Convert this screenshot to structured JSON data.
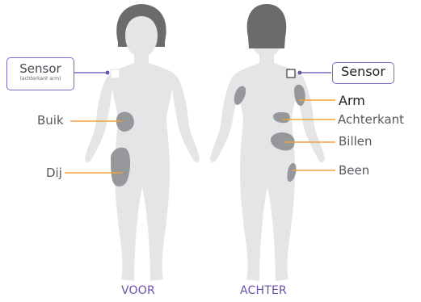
{
  "colors": {
    "silhouette": "#e4e5e7",
    "hair": "#6a6b6d",
    "site": "#95979a",
    "leader": "#f2a33a",
    "sensor_line": "#7b68c1",
    "caption": "#6a52a8"
  },
  "front": {
    "caption": "VOOR",
    "sensor": {
      "title": "Sensor",
      "subtitle": "(achterkant arm)"
    },
    "labels": {
      "belly": "Buik",
      "thigh": "Dij"
    }
  },
  "back": {
    "caption": "ACHTER",
    "sensor": {
      "title": "Sensor"
    },
    "labels": {
      "arm": "Arm",
      "back": "Achterkant",
      "buttocks": "Billen",
      "leg": "Been"
    }
  }
}
